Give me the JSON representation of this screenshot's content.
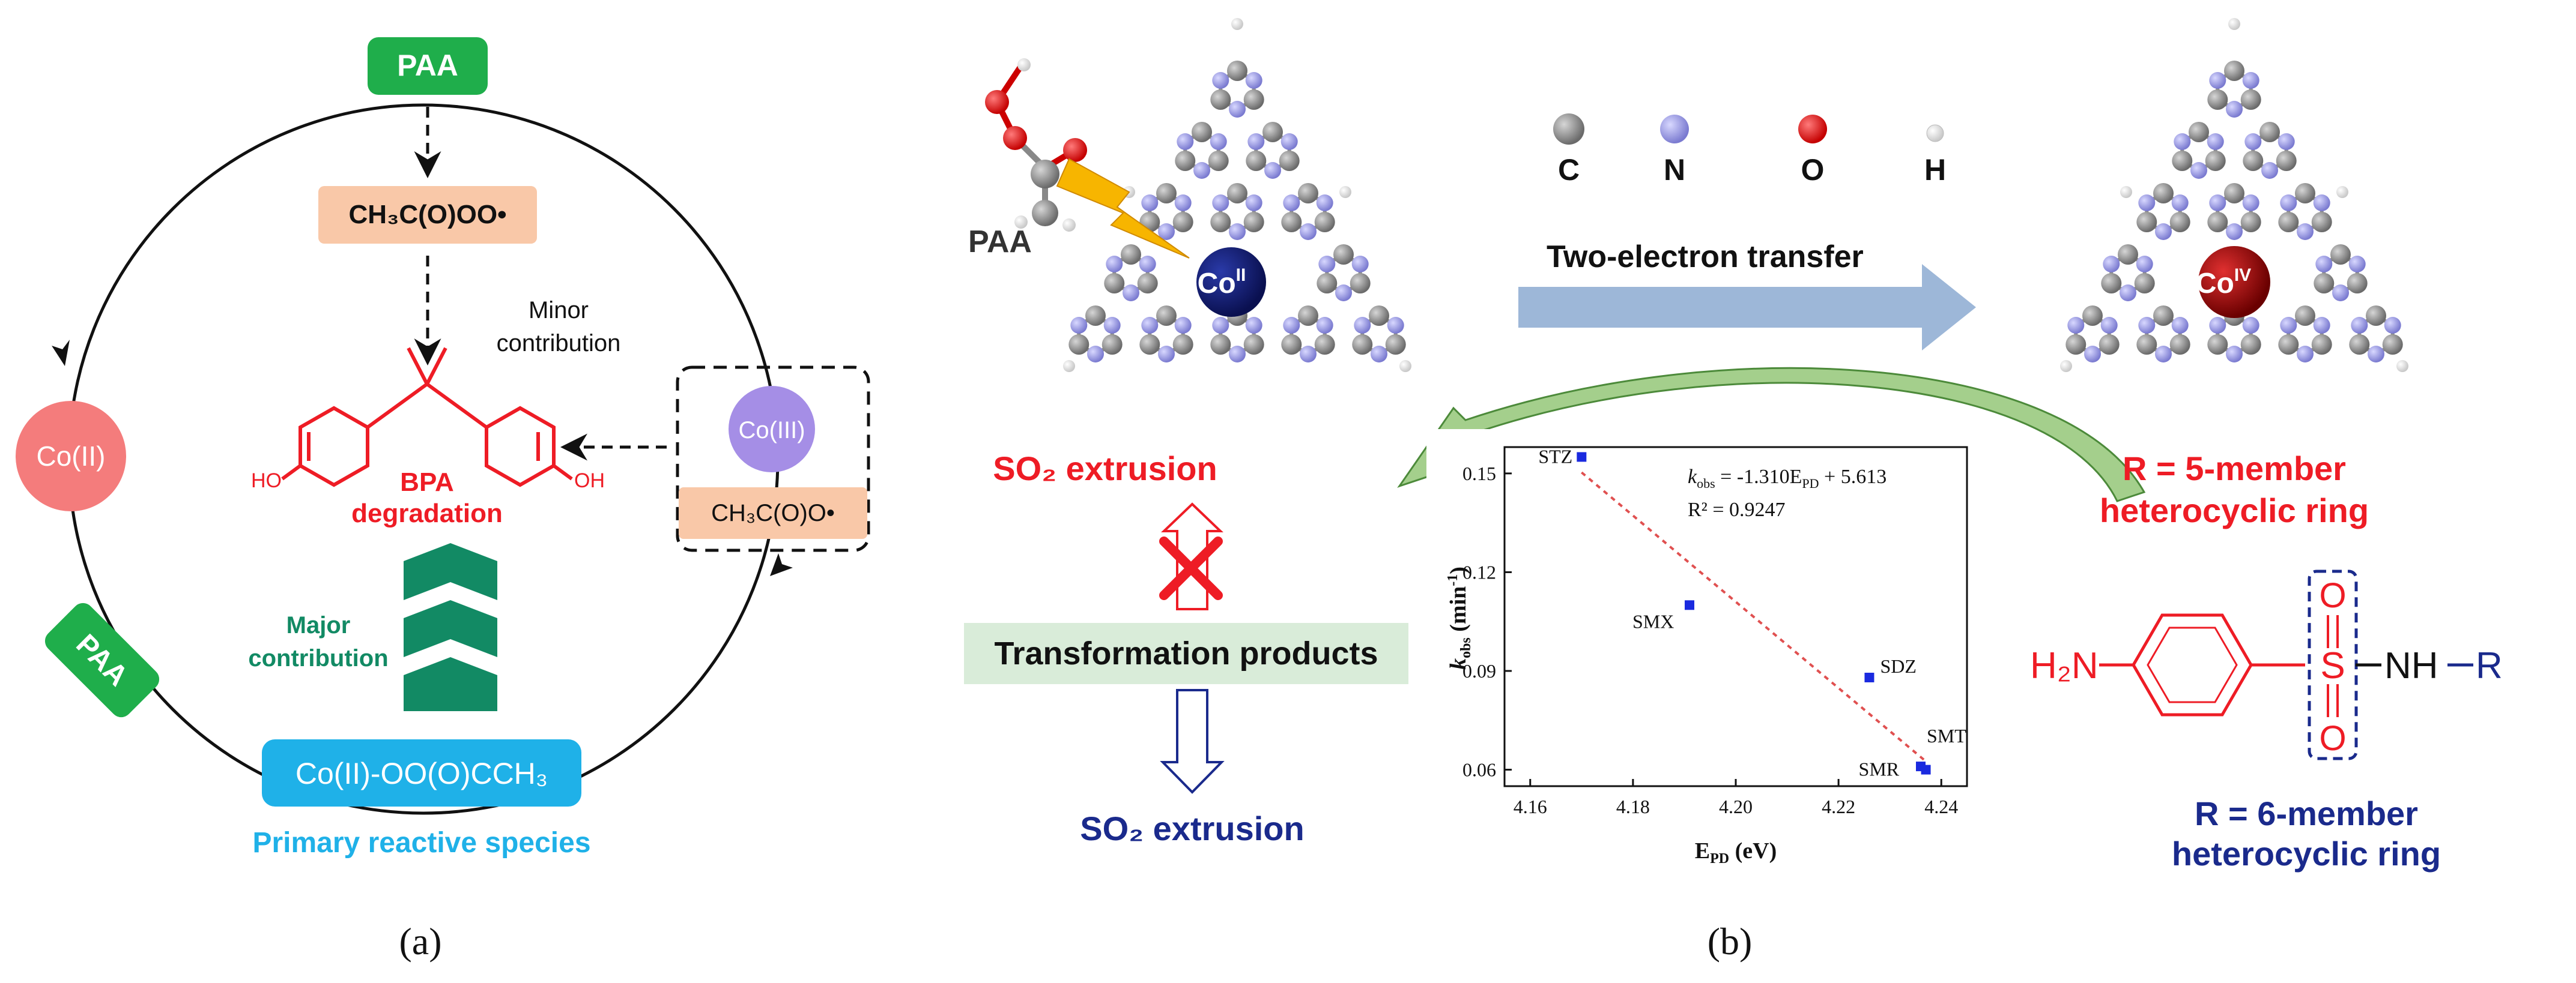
{
  "panel_a": {
    "paa_top": "PAA",
    "peroxy_radical": "CH₃C(O)OO•",
    "minor_contribution_line1": "Minor",
    "minor_contribution_line2": "contribution",
    "bpa_line1": "BPA",
    "bpa_line2": "degradation",
    "ho_label": "HO",
    "oh_label": "OH",
    "co2": "Co(II)",
    "co3": "Co(III)",
    "acetyloxy_radical": "CH₃C(O)O•",
    "paa_side": "PAA",
    "major_contribution_line1": "Major",
    "major_contribution_line2": "contribution",
    "complex": "Co(II)-OO(O)CCH₃",
    "primary_species": "Primary reactive species",
    "caption": "(a)"
  },
  "panel_b": {
    "paa_label": "PAA",
    "co_ii": "Co",
    "co_ii_sup": "II",
    "co_iv": "Co",
    "co_iv_sup": "IV",
    "legend": {
      "c": "C",
      "n": "N",
      "o": "O",
      "h": "H"
    },
    "two_electron": "Two-electron transfer",
    "so2_top": "SO₂ extrusion",
    "transformation": "Transformation products",
    "so2_bottom": "SO₂ extrusion",
    "r5_line1": "R = 5-member",
    "r5_line2": "heterocyclic ring",
    "r6_line1": "R = 6-member",
    "r6_line2": "heterocyclic ring",
    "struct_h2n": "H₂N",
    "struct_nh": "NH",
    "struct_r": "R",
    "struct_s": "S",
    "struct_o": "O",
    "caption": "(b)"
  },
  "colors": {
    "green": "#1fae4b",
    "salmon": "#f9c8a8",
    "co2_pink": "#f47c7c",
    "co3_purple": "#a58ee6",
    "blue_box": "#1fb1e8",
    "teal_chevron": "#128a64",
    "red": "#ee1c25",
    "navy": "#1a2a8c",
    "arrow_blue": "#9db7d8"
  },
  "chart_data": {
    "type": "scatter",
    "xlabel": "E_PD (eV)",
    "ylabel": "k_obs (min^-1)",
    "equation": "k_obs = -1.310E_PD + 5.613",
    "r_squared": "R² = 0.9247",
    "xlim": [
      4.155,
      4.245
    ],
    "ylim": [
      0.055,
      0.158
    ],
    "x_ticks": [
      "4.16",
      "4.18",
      "4.20",
      "4.22",
      "4.24"
    ],
    "y_ticks": [
      "0.06",
      "0.09",
      "0.12",
      "0.15"
    ],
    "points": [
      {
        "name": "STZ",
        "x": 4.17,
        "y": 0.155
      },
      {
        "name": "SMX",
        "x": 4.191,
        "y": 0.11
      },
      {
        "name": "SDZ",
        "x": 4.226,
        "y": 0.088
      },
      {
        "name": "SMT",
        "x": 4.236,
        "y": 0.061
      },
      {
        "name": "SMR",
        "x": 4.237,
        "y": 0.06
      }
    ],
    "fit": {
      "slope": -1.31,
      "intercept": 5.613
    }
  }
}
